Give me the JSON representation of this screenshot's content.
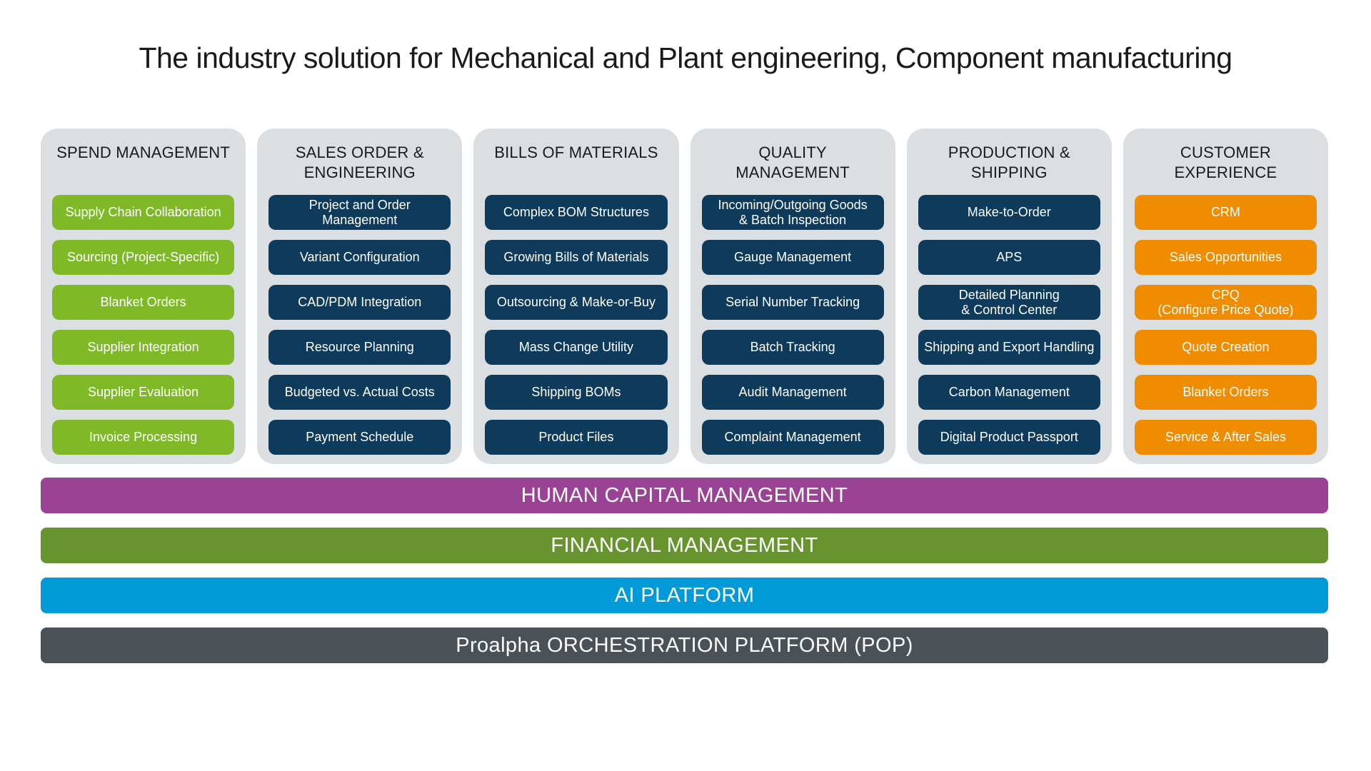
{
  "title": "The industry solution for Mechanical and Plant engineering, Component manufacturing",
  "colors": {
    "title_text": "#1A1A1A",
    "column_background": "#DCDFE1",
    "green": "#7FB928",
    "navy": "#0E3A5C",
    "orange": "#F08C00",
    "hcm_purple": "#9A4394",
    "financial_green": "#67942F",
    "ai_blue": "#009AD9",
    "pop_gray": "#4A5157"
  },
  "columns": [
    {
      "header": "SPEND MANAGEMENT",
      "accent": "#7FB928",
      "items": [
        "Supply Chain Collaboration",
        "Sourcing (Project-Specific)",
        "Blanket Orders",
        "Supplier Integration",
        "Supplier Evaluation",
        "Invoice Processing"
      ]
    },
    {
      "header": "SALES ORDER &\nENGINEERING",
      "accent": "#0E3A5C",
      "items": [
        "Project and Order\nManagement",
        "Variant Configuration",
        "CAD/PDM Integration",
        "Resource Planning",
        "Budgeted vs. Actual Costs",
        "Payment Schedule"
      ]
    },
    {
      "header": "BILLS OF MATERIALS",
      "accent": "#0E3A5C",
      "items": [
        "Complex BOM Structures",
        "Growing Bills of Materials",
        "Outsourcing & Make-or-Buy",
        "Mass Change Utility",
        "Shipping BOMs",
        "Product Files"
      ]
    },
    {
      "header": "QUALITY\nMANAGEMENT",
      "accent": "#0E3A5C",
      "items": [
        "Incoming/Outgoing Goods\n& Batch Inspection",
        "Gauge Management",
        "Serial Number Tracking",
        "Batch Tracking",
        "Audit Management",
        "Complaint Management"
      ]
    },
    {
      "header": "PRODUCTION &\nSHIPPING",
      "accent": "#0E3A5C",
      "items": [
        "Make-to-Order",
        "APS",
        "Detailed Planning\n& Control Center",
        "Shipping and Export Handling",
        "Carbon Management",
        "Digital Product Passport"
      ]
    },
    {
      "header": "CUSTOMER\nEXPERIENCE",
      "accent": "#F08C00",
      "items": [
        "CRM",
        "Sales Opportunities",
        "CPQ\n(Configure Price Quote)",
        "Quote Creation",
        "Blanket Orders",
        "Service & After Sales"
      ]
    }
  ],
  "platform_bars": [
    {
      "label": "HUMAN CAPITAL MANAGEMENT",
      "color": "#9A4394"
    },
    {
      "label": "FINANCIAL MANAGEMENT",
      "color": "#67942F"
    },
    {
      "label": "AI PLATFORM",
      "color": "#009AD9"
    },
    {
      "label": "Proalpha ORCHESTRATION PLATFORM (POP)",
      "color": "#4A5157"
    }
  ]
}
